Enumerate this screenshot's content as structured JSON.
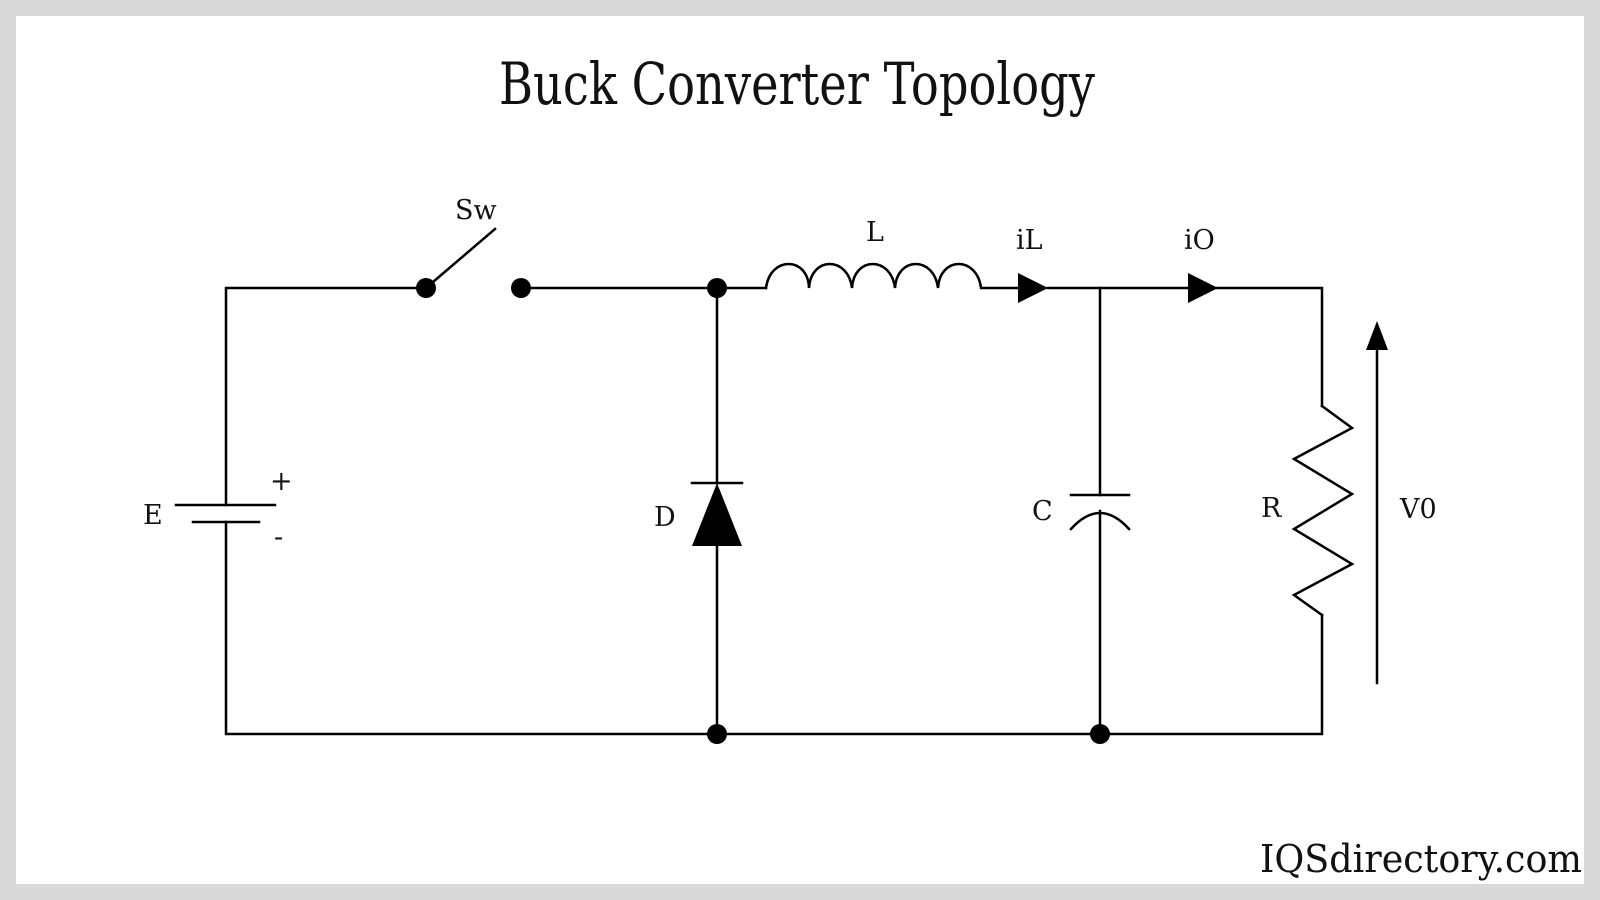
{
  "title": "Buck Converter Topology",
  "watermark": "IQSdirectory.com",
  "components": {
    "source": {
      "label": "E",
      "plus": "+",
      "minus": "-"
    },
    "switch": {
      "label": "Sw"
    },
    "inductor": {
      "label": "L"
    },
    "inductor_current": {
      "label": "iL"
    },
    "output_current": {
      "label": "iO"
    },
    "diode": {
      "label": "D"
    },
    "capacitor": {
      "label": "C"
    },
    "resistor": {
      "label": "R"
    },
    "output_voltage": {
      "label": "V0"
    }
  },
  "colors": {
    "line": "#000000",
    "background": "#ffffff",
    "frame": "#d9d9d9"
  }
}
